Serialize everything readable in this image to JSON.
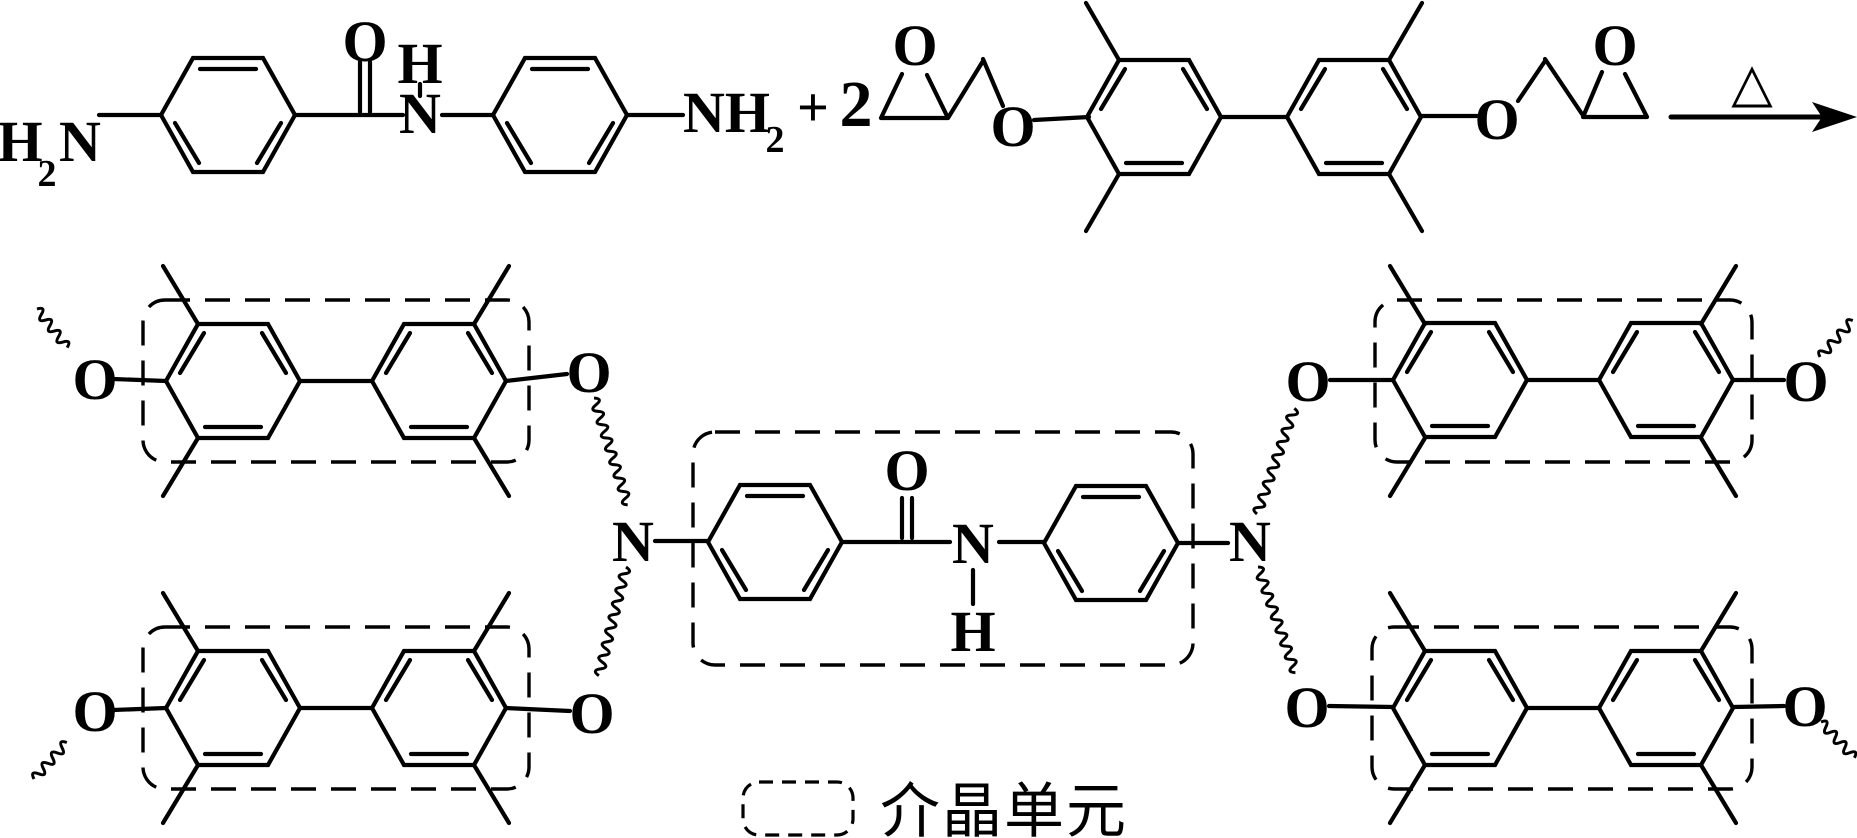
{
  "reaction": {
    "plus_sign": "+",
    "stoichiometric_coefficient": "2",
    "heat_symbol": "△"
  },
  "atom_labels": {
    "oxygen": "O",
    "nitrogen": "N",
    "hydrogen": "H",
    "subscript_two": "2",
    "amine_nh": "NH"
  },
  "legend": {
    "mesogen_unit_label": "介晶单元"
  },
  "colors": {
    "ink": "#000000",
    "background": "#ffffff"
  },
  "icons": {
    "reaction_arrow": "right-arrow",
    "heat": "triangle-delta",
    "wavy_bond": "polymer-continuation-squiggle",
    "dashed_box": "mesogen-unit-outline"
  }
}
